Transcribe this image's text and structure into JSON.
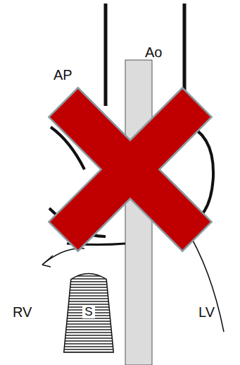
{
  "diagram": {
    "nodes": [
      {
        "text": [
          "S"
        ]
      }
    ],
    "labels": [
      "AP",
      "Ao",
      "RV",
      "LV"
    ]
  }
}
